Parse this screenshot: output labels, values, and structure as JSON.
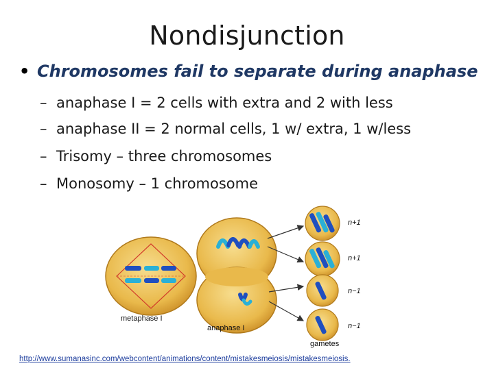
{
  "title": "Nondisjunction",
  "bullet": {
    "marker": "•",
    "text": "Chromosomes fail to separate during anaphase"
  },
  "sub_items": [
    {
      "dash": "–",
      "text": "anaphase I = 2 cells with extra and 2 with less"
    },
    {
      "dash": "–",
      "text": "anaphase II = 2 normal cells, 1 w/ extra, 1 w/less"
    },
    {
      "dash": "–",
      "text": "Trisomy – three chromosomes"
    },
    {
      "dash": "–",
      "text": "Monosomy – 1 chromosome"
    }
  ],
  "diagram": {
    "label_metaphase": "metaphase I",
    "label_anaphase": "anaphase I",
    "label_gametes": "gametes",
    "gamete_labels": [
      "n+1",
      "n+1",
      "n−1",
      "n−1"
    ],
    "colors": {
      "cell_fill": "#e9b94b",
      "cell_edge": "#b07a1c",
      "chromosome_blue": "#1f4fbf",
      "chromosome_cyan": "#2ab0d6",
      "spindle": "#d23a2a"
    }
  },
  "source_link": "http://www.sumanasinc.com/webcontent/animations/content/mistakesmeiosis/mistakesmeiosis."
}
